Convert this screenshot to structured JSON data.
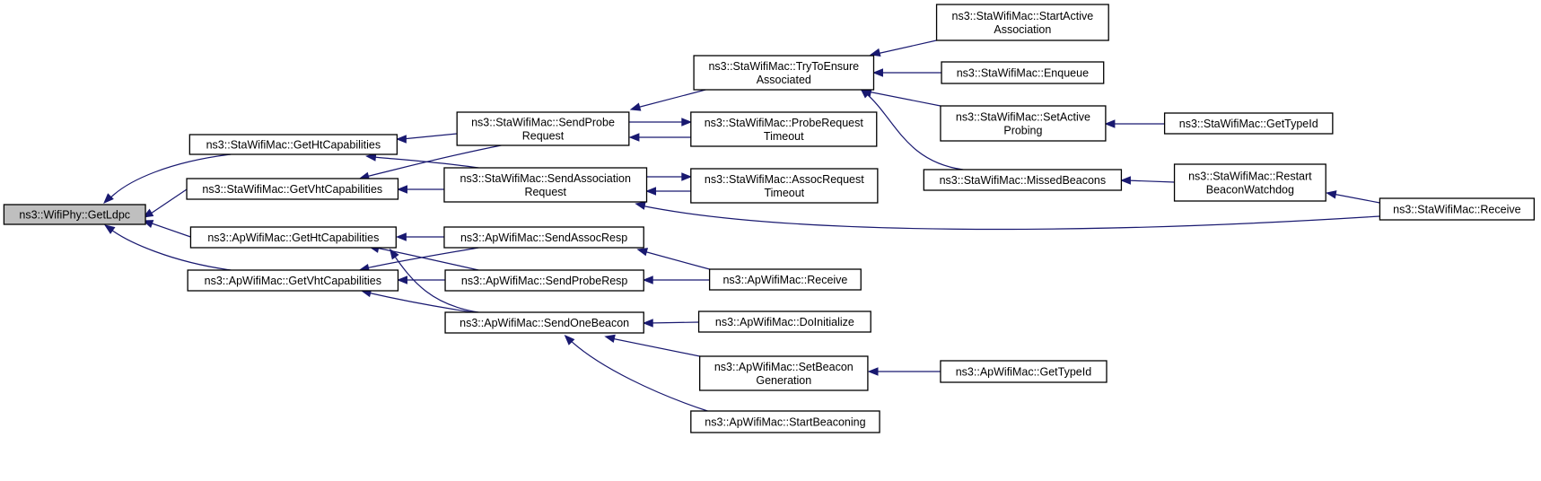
{
  "graph": {
    "nodes": [
      {
        "id": "n0",
        "lines": [
          "ns3::WifiPhy::GetLdpc"
        ],
        "root": true
      },
      {
        "id": "n1",
        "lines": [
          "ns3::StaWifiMac::GetHtCapabilities"
        ]
      },
      {
        "id": "n2",
        "lines": [
          "ns3::StaWifiMac::GetVhtCapabilities"
        ]
      },
      {
        "id": "n3",
        "lines": [
          "ns3::ApWifiMac::GetHtCapabilities"
        ]
      },
      {
        "id": "n4",
        "lines": [
          "ns3::ApWifiMac::GetVhtCapabilities"
        ]
      },
      {
        "id": "n5",
        "lines": [
          "ns3::StaWifiMac::SendProbe",
          "Request"
        ]
      },
      {
        "id": "n6",
        "lines": [
          "ns3::StaWifiMac::SendAssociation",
          "Request"
        ]
      },
      {
        "id": "n7",
        "lines": [
          "ns3::ApWifiMac::SendAssocResp"
        ]
      },
      {
        "id": "n8",
        "lines": [
          "ns3::ApWifiMac::SendProbeResp"
        ]
      },
      {
        "id": "n9",
        "lines": [
          "ns3::ApWifiMac::SendOneBeacon"
        ]
      },
      {
        "id": "n10",
        "lines": [
          "ns3::StaWifiMac::TryToEnsure",
          "Associated"
        ]
      },
      {
        "id": "n11",
        "lines": [
          "ns3::StaWifiMac::ProbeRequest",
          "Timeout"
        ]
      },
      {
        "id": "n12",
        "lines": [
          "ns3::StaWifiMac::AssocRequest",
          "Timeout"
        ]
      },
      {
        "id": "n13",
        "lines": [
          "ns3::ApWifiMac::Receive"
        ]
      },
      {
        "id": "n14",
        "lines": [
          "ns3::ApWifiMac::DoInitialize"
        ]
      },
      {
        "id": "n15",
        "lines": [
          "ns3::ApWifiMac::SetBeacon",
          "Generation"
        ]
      },
      {
        "id": "n16",
        "lines": [
          "ns3::ApWifiMac::StartBeaconing"
        ]
      },
      {
        "id": "n17",
        "lines": [
          "ns3::StaWifiMac::StartActive",
          "Association"
        ]
      },
      {
        "id": "n18",
        "lines": [
          "ns3::StaWifiMac::Enqueue"
        ]
      },
      {
        "id": "n19",
        "lines": [
          "ns3::StaWifiMac::SetActive",
          "Probing"
        ]
      },
      {
        "id": "n20",
        "lines": [
          "ns3::StaWifiMac::MissedBeacons"
        ]
      },
      {
        "id": "n21",
        "lines": [
          "ns3::StaWifiMac::Restart",
          "BeaconWatchdog"
        ]
      },
      {
        "id": "n22",
        "lines": [
          "ns3::StaWifiMac::GetTypeId"
        ]
      },
      {
        "id": "n23",
        "lines": [
          "ns3::ApWifiMac::GetTypeId"
        ]
      },
      {
        "id": "n24",
        "lines": [
          "ns3::StaWifiMac::Receive"
        ]
      }
    ],
    "edges": [
      {
        "from": "n1",
        "to": "n0"
      },
      {
        "from": "n2",
        "to": "n0"
      },
      {
        "from": "n3",
        "to": "n0"
      },
      {
        "from": "n4",
        "to": "n0"
      },
      {
        "from": "n5",
        "to": "n1"
      },
      {
        "from": "n6",
        "to": "n1"
      },
      {
        "from": "n5",
        "to": "n2"
      },
      {
        "from": "n6",
        "to": "n2"
      },
      {
        "from": "n7",
        "to": "n3"
      },
      {
        "from": "n8",
        "to": "n3"
      },
      {
        "from": "n9",
        "to": "n3"
      },
      {
        "from": "n7",
        "to": "n4"
      },
      {
        "from": "n8",
        "to": "n4"
      },
      {
        "from": "n9",
        "to": "n4"
      },
      {
        "from": "n10",
        "to": "n5"
      },
      {
        "from": "n11",
        "to": "n5"
      },
      {
        "from": "n5",
        "to": "n11"
      },
      {
        "from": "n12",
        "to": "n6"
      },
      {
        "from": "n6",
        "to": "n12"
      },
      {
        "from": "n24",
        "to": "n6"
      },
      {
        "from": "n13",
        "to": "n7"
      },
      {
        "from": "n13",
        "to": "n8"
      },
      {
        "from": "n14",
        "to": "n9"
      },
      {
        "from": "n15",
        "to": "n9"
      },
      {
        "from": "n16",
        "to": "n9"
      },
      {
        "from": "n17",
        "to": "n10"
      },
      {
        "from": "n18",
        "to": "n10"
      },
      {
        "from": "n19",
        "to": "n10"
      },
      {
        "from": "n20",
        "to": "n10"
      },
      {
        "from": "n22",
        "to": "n19"
      },
      {
        "from": "n21",
        "to": "n20"
      },
      {
        "from": "n24",
        "to": "n21"
      },
      {
        "from": "n23",
        "to": "n15"
      }
    ]
  }
}
